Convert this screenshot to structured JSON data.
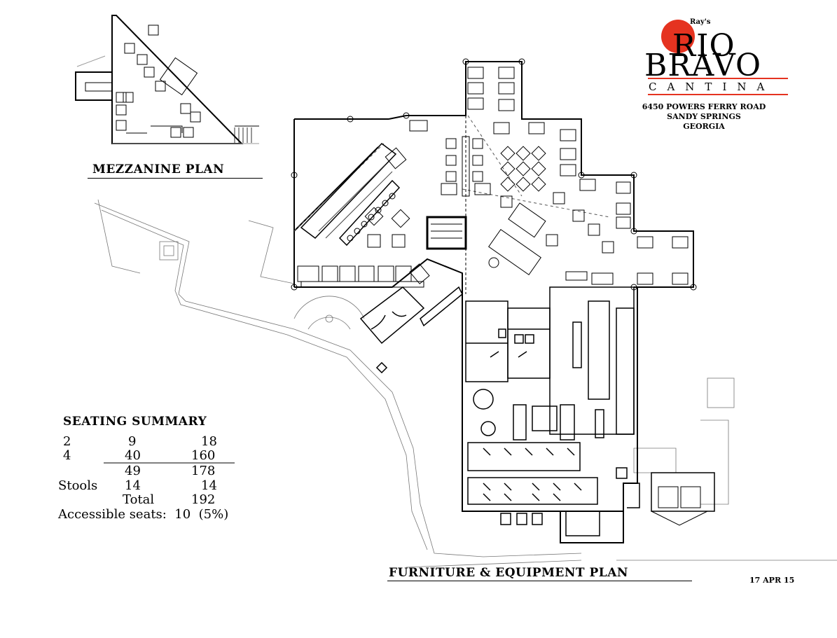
{
  "logo": {
    "small": "Ray's",
    "line1": "RIO",
    "line2": "BRAVO",
    "line3": "CANTINA",
    "accent_color": "#e53320"
  },
  "address": [
    "6450 POWERS FERRY ROAD",
    "SANDY SPRINGS",
    "GEORGIA"
  ],
  "mezzanine_title": "MEZZANINE PLAN",
  "plan_title": "FURNITURE & EQUIPMENT PLAN",
  "date": "17 APR 15",
  "seating": {
    "title": "SEATING SUMMARY",
    "rows": [
      {
        "label": "2",
        "tables": "9",
        "seats": "18"
      },
      {
        "label": "4",
        "tables": "40",
        "seats": "160"
      }
    ],
    "subtotal": {
      "tables": "49",
      "seats": "178"
    },
    "stools": {
      "label": "Stools",
      "count": "14",
      "seats": "14"
    },
    "total": {
      "label": "Total",
      "seats": "192"
    },
    "accessible": "Accessible seats:  10  (5%)"
  }
}
